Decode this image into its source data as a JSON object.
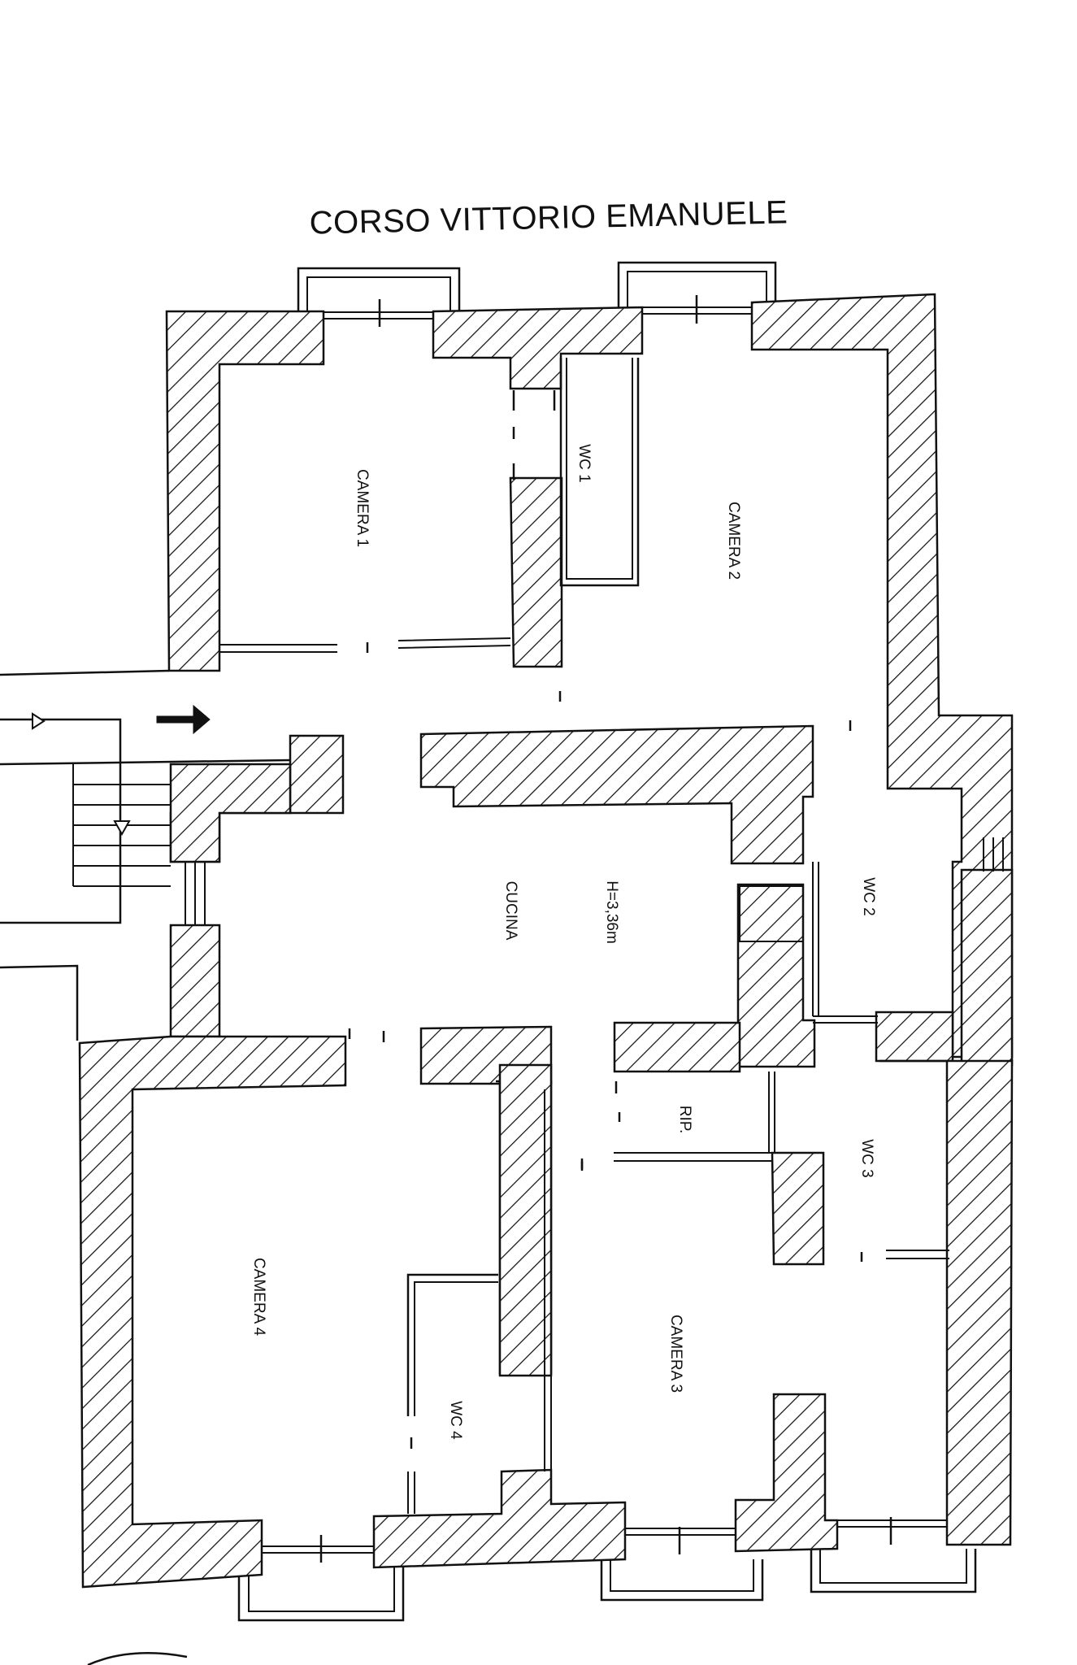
{
  "street_name": "CORSO VITTORIO EMANUELE",
  "rooms": {
    "camera1": "CAMERA 1",
    "camera2": "CAMERA 2",
    "camera3": "CAMERA 3",
    "camera4": "CAMERA 4",
    "wc1": "WC 1",
    "wc2": "WC 2",
    "wc3": "WC 3",
    "wc4": "WC 4",
    "cucina": "CUCINA",
    "ripostiglio": "RIP."
  },
  "ceiling_height": "H=3,36m",
  "icons": {
    "entrance": "entrance-arrow-icon",
    "stair_direction": "stair-triangle-icon"
  },
  "colors": {
    "ink": "#111111",
    "paper": "#ffffff"
  }
}
